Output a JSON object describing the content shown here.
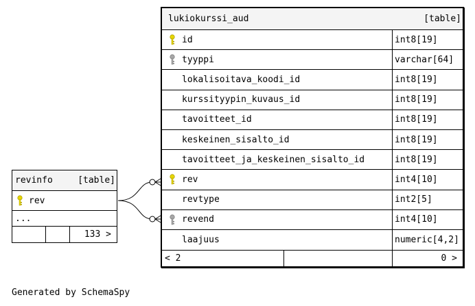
{
  "revinfo": {
    "name": "revinfo",
    "type_label": "[table]",
    "columns": [
      {
        "name": "rev",
        "key": "primary"
      }
    ],
    "ellipsis": "...",
    "footer_count": "133 >"
  },
  "aud": {
    "name": "lukiokurssi_aud",
    "type_label": "[table]",
    "columns": [
      {
        "name": "id",
        "type": "int8[19]",
        "key": "primary"
      },
      {
        "name": "tyyppi",
        "type": "varchar[64]",
        "key": "secondary"
      },
      {
        "name": "lokalisoitava_koodi_id",
        "type": "int8[19]",
        "key": "none"
      },
      {
        "name": "kurssityypin_kuvaus_id",
        "type": "int8[19]",
        "key": "none"
      },
      {
        "name": "tavoitteet_id",
        "type": "int8[19]",
        "key": "none"
      },
      {
        "name": "keskeinen_sisalto_id",
        "type": "int8[19]",
        "key": "none"
      },
      {
        "name": "tavoitteet_ja_keskeinen_sisalto_id",
        "type": "int8[19]",
        "key": "none"
      },
      {
        "name": "rev",
        "type": "int4[10]",
        "key": "primary"
      },
      {
        "name": "revtype",
        "type": "int2[5]",
        "key": "none"
      },
      {
        "name": "revend",
        "type": "int4[10]",
        "key": "secondary"
      },
      {
        "name": "laajuus",
        "type": "numeric[4,2]",
        "key": "none"
      }
    ],
    "footer_left": "< 2",
    "footer_right": "0 >"
  },
  "colors": {
    "primary_key": "#e8d800",
    "secondary_key": "#a8a8a8"
  },
  "footer": {
    "generated_by": "Generated by SchemaSpy"
  }
}
